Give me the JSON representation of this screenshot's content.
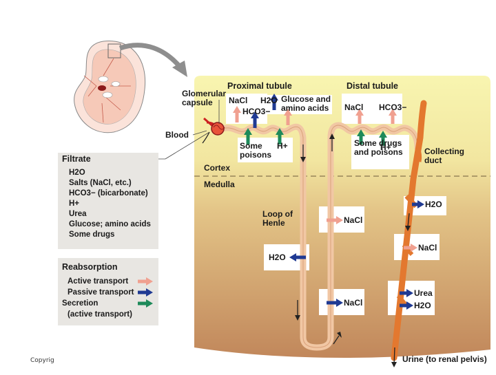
{
  "labels": {
    "proximal_tubule": "Proximal tubule",
    "distal_tubule": "Distal tubule",
    "glomerular_capsule": "Glomerular capsule",
    "blood": "Blood",
    "cortex": "Cortex",
    "medulla": "Medulla",
    "loop_of_henle": "Loop of Henle",
    "collecting_duct": "Collecting duct",
    "urine": "Urine (to renal pelvis)",
    "copyright": "Copyrig"
  },
  "proximal": {
    "nacl": "NaCl",
    "h2o": "H2O",
    "hco3": "HCO3−",
    "glucose": "Glucose and amino acids",
    "some_poisons": "Some poisons",
    "h_plus": "H+"
  },
  "distal": {
    "nacl": "NaCl",
    "hco3": "HCO3−",
    "some_drugs": "Some drugs and poisons",
    "h_plus": "H+"
  },
  "medulla_boxes": {
    "loop_nacl": "NaCl",
    "loop_h2o": "H2O",
    "loop_nacl_lower": "NaCl",
    "duct_h2o_top": "H2O",
    "duct_nacl": "NaCl",
    "duct_urea": "Urea",
    "duct_h2o_bottom": "H2O"
  },
  "filtrate": {
    "title": "Filtrate",
    "items": [
      "H2O",
      "Salts (NaCl, etc.)",
      "HCO3− (bicarbonate)",
      "H+",
      "Urea",
      "Glucose; amino acids",
      "Some drugs"
    ]
  },
  "legend": {
    "title": "Reabsorption",
    "active": "Active transport",
    "passive": "Passive transport",
    "secretion": "Secretion",
    "secretion_note": "(active transport)"
  },
  "colors": {
    "active_transport": "#f0a090",
    "passive_transport": "#1f3a93",
    "secretion": "#1e8a5a",
    "cortex_bg": "#f7f2a8",
    "medulla_bg": "#c98e5f",
    "collecting_duct": "#e3782f"
  }
}
